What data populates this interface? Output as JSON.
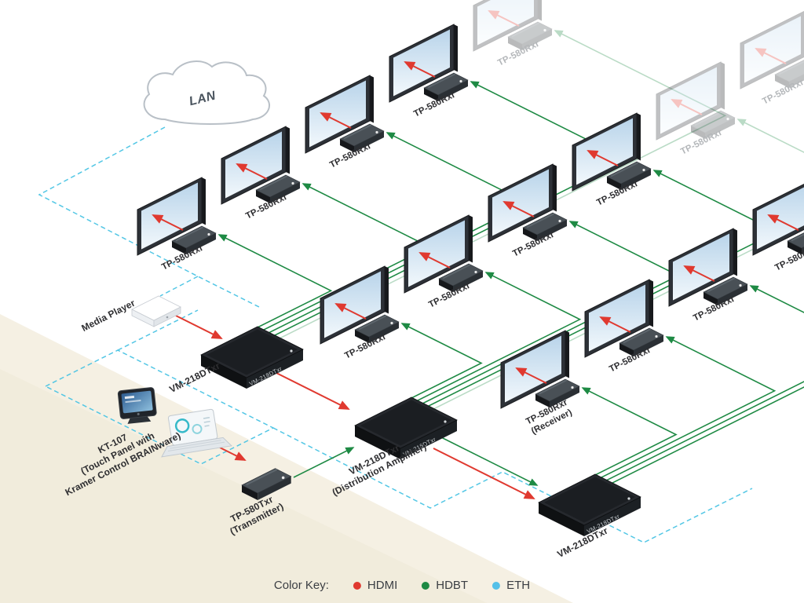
{
  "cloud": {
    "label": "LAN"
  },
  "devices": {
    "media_player": {
      "label": "Media Player"
    },
    "control": {
      "line1": "KT-107",
      "line2": "(Touch Panel with",
      "line3": "Kramer Control BRAINware)"
    },
    "transmitter": {
      "name": "TP-580Txr",
      "sub": "(Transmitter)"
    },
    "distribution_amplifiers": [
      {
        "name": "VM-218DTxr"
      },
      {
        "name": "VM-218DTxr",
        "sub": "(Distribution Amplifier)"
      },
      {
        "name": "VM-218DTxr"
      }
    ],
    "receiver_name": "TP-580Rxr",
    "receiver_sub": "(Receiver)"
  },
  "legend": {
    "title": "Color Key:",
    "items": [
      {
        "label": "HDMI",
        "color": "#e0392f"
      },
      {
        "label": "HDBT",
        "color": "#1e8a44"
      },
      {
        "label": "ETH",
        "color": "#54c0e8"
      }
    ]
  }
}
